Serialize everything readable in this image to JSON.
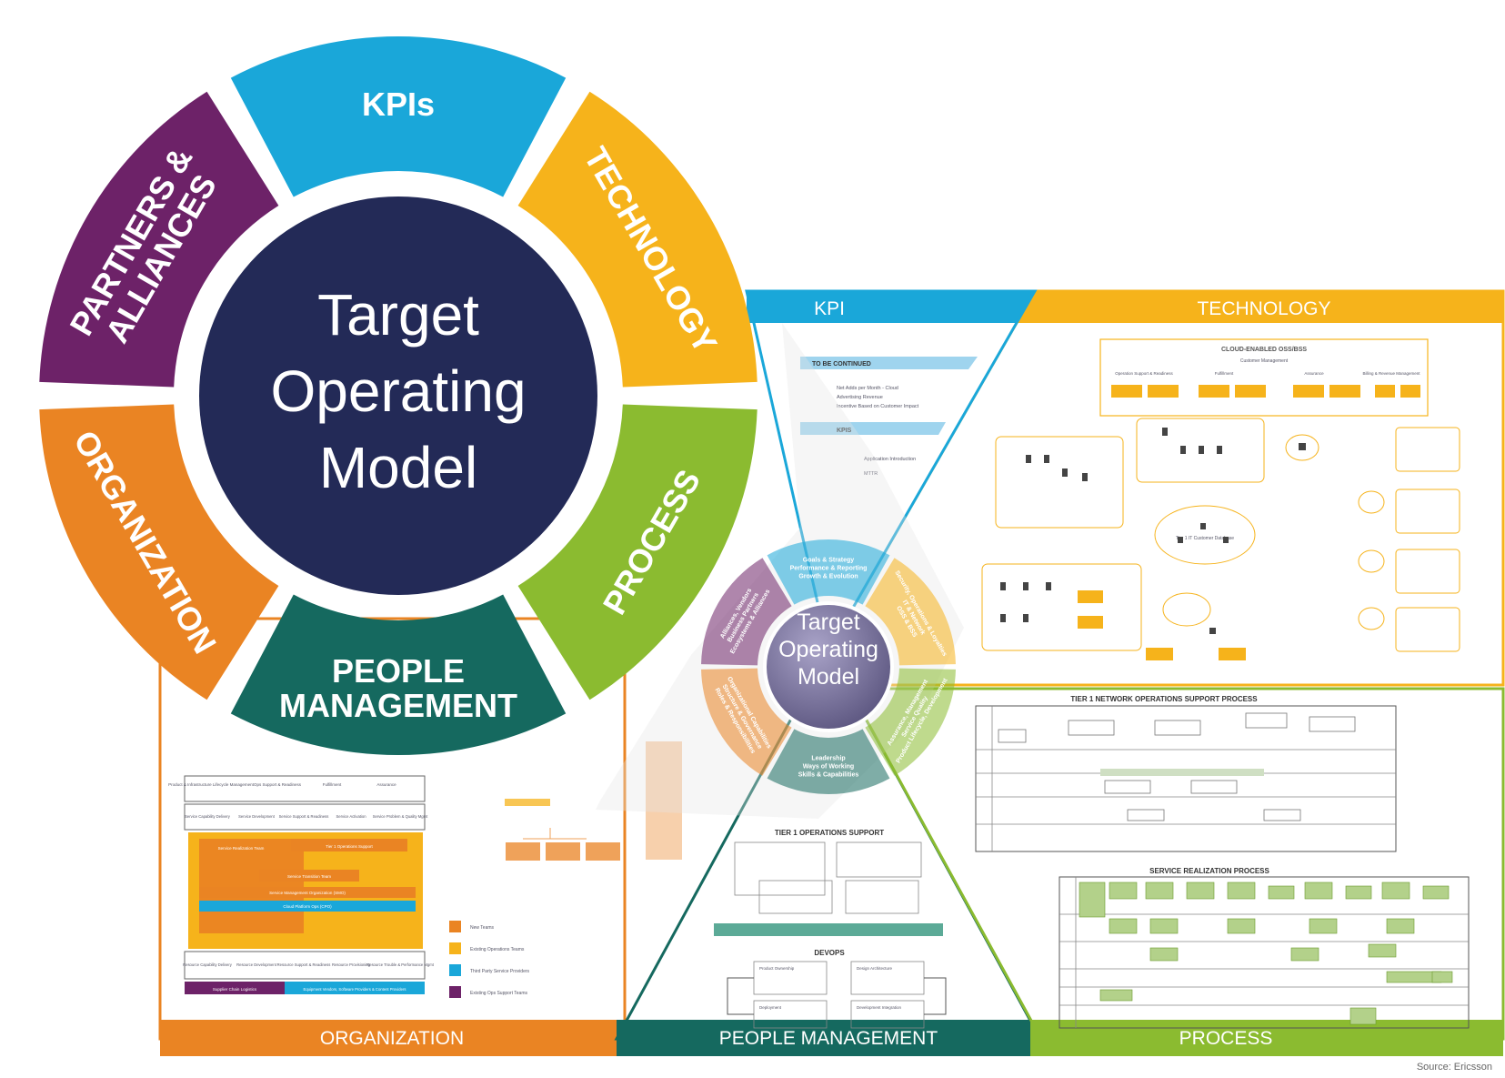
{
  "hub": {
    "title_lines": [
      "Target",
      "Operating",
      "Model"
    ]
  },
  "ring": {
    "kpis": {
      "lines": [
        "KPIs"
      ],
      "color": "#1aa7d9"
    },
    "technology": {
      "lines": [
        "TECHNOLOGY"
      ],
      "color": "#f6b31b"
    },
    "process": {
      "lines": [
        "PROCESS"
      ],
      "color": "#8bbb30"
    },
    "people": {
      "lines": [
        "PEOPLE",
        "MANAGEMENT"
      ],
      "color": "#15695f"
    },
    "organization": {
      "lines": [
        "ORGANIZATION"
      ],
      "color": "#ea8423"
    },
    "partners": {
      "lines": [
        "PARTNERS &",
        "ALLIANCES"
      ],
      "color": "#6d2268"
    }
  },
  "hub_color": "#232a57",
  "panels": {
    "kpi": {
      "label": "KPI",
      "color": "#1aa7d9",
      "banner1": "TO BE CONTINUED",
      "bullets1": [
        "Net Adds per Month - Cloud",
        "Advertising Revenue",
        "Incentive Based on Customer Impact"
      ],
      "banner2": "KPIS",
      "bullets2": [
        "Application Introduction",
        "MTTR"
      ]
    },
    "technology": {
      "label": "TECHNOLOGY",
      "color": "#f6b31b",
      "title": "CLOUD-ENABLED OSS/BSS",
      "sub": "Customer Management",
      "columns": [
        "Operation Support & Readiness",
        "Fulfillment",
        "Assurance",
        "Billing & Revenue Management"
      ],
      "cloud": "Tier 1 IT Customer Database"
    },
    "process": {
      "label": "PROCESS",
      "color": "#8bbb30",
      "title1": "TIER 1 NETWORK OPERATIONS SUPPORT PROCESS",
      "title2": "SERVICE REALIZATION PROCESS"
    },
    "people": {
      "label": "PEOPLE MANAGEMENT",
      "color": "#15695f",
      "title1": "TIER 1 OPERATIONS SUPPORT",
      "title2": "DEVOPS",
      "boxes": [
        "Product Ownership",
        "Design Architecture",
        "Deployment",
        "Development Integration"
      ]
    },
    "organization": {
      "label": "ORGANIZATION",
      "color": "#ea8423",
      "header": [
        "Product & Infrastructure Lifecycle Management",
        "Ops Support & Readiness",
        "Fulfillment",
        "Assurance"
      ],
      "row1": [
        "Service Capability Delivery",
        "Service Development",
        "Service Support & Readiness",
        "Service Activation",
        "Service Problem & Quality Mgmt"
      ],
      "bars": [
        "Service Realization Team",
        "Tier 1 Operations Support",
        "Service Transition Team",
        "Service Management Organization (SMO)",
        "Cloud Platform Ops (CPO)"
      ],
      "row2": [
        "Resource Capability Delivery",
        "Resource Development",
        "Resource Support & Readiness",
        "Resource Provisioning",
        "Resource Trouble & Performance Mgmt"
      ],
      "legend": [
        "New Teams",
        "Existing Operations Teams",
        "Third Party Service Providers",
        "Existing Ops Support Teams"
      ],
      "legend_colors": [
        "#ea8423",
        "#f6b31b",
        "#1aa7d9",
        "#6d2268"
      ],
      "footer_left": "Supplier Chain Logistics",
      "footer_right": "Equipment Vendors, Software Providers & Content Providers"
    }
  },
  "mini_hub": {
    "title_lines": [
      "Target",
      "Operating",
      "Model"
    ],
    "segments": {
      "kpi": [
        "Goals & Strategy",
        "Performance & Reporting",
        "Growth & Evolution"
      ],
      "technology": [
        "Security, Operations & Loyalties",
        "IT & Network",
        "OSS & BSS"
      ],
      "process": [
        "Assurance, Management",
        "Service Quality",
        "Product Lifecycle, Development"
      ],
      "people": [
        "Leadership",
        "Ways of Working",
        "Skills & Capabilities"
      ],
      "organization": [
        "Organizational Capabilities",
        "Structure & Governance",
        "Roles & Responsibilities"
      ],
      "partners": [
        "Alliances, Vendors",
        "Business Partners",
        "Ecosystems & Alliances"
      ]
    }
  },
  "source": "Source: Ericsson"
}
